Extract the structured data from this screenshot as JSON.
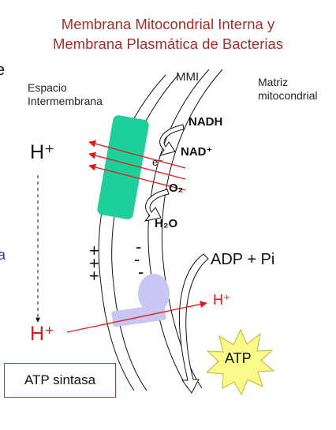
{
  "title": {
    "line1": "Membrana Mitocondrial Interna y",
    "line2": "Membrana Plasmática de Bacterias"
  },
  "labels": {
    "mmi": "MMI",
    "intermembrane_space": [
      "Espacio",
      "Intermembrana"
    ],
    "mitochondrial_matrix": [
      "Matriz",
      "mitocondrial"
    ],
    "h_plus_top": "H⁺",
    "h_plus_bottom": "H⁺",
    "h_plus_out": "H⁺",
    "electron": "e⁻",
    "nadh": "NADH",
    "nad_plus": "NAD⁺",
    "o2": "O₂",
    "h2o": "H₂O",
    "adp_pi": "ADP + Pi",
    "atp": "ATP",
    "atp_synthase": "ATP sintasa",
    "plus_signs": [
      "+",
      "+",
      "+"
    ],
    "minus_signs": [
      "-",
      "-",
      "-"
    ],
    "left_edge_fragment_top": "e",
    "left_edge_fragment_bottom": "a"
  },
  "colors": {
    "title": "#a0302a",
    "complex": "#1fcf9b",
    "synthase": "#c7c6f5",
    "proton": "#e01a1a",
    "atp_star": "#fafa8a",
    "left_fragment_bottom": "#2a3a9a"
  }
}
